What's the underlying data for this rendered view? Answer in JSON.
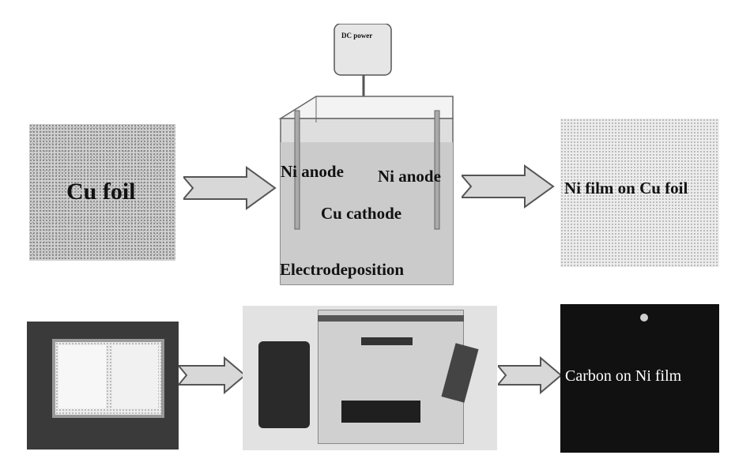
{
  "labels": {
    "cu_foil": "Cu foil",
    "ni_anode_left": "Ni anode",
    "ni_anode_right": "Ni anode",
    "cu_cathode": "Cu cathode",
    "electrodeposition": "Electrodeposition",
    "ni_film": "Ni film on Cu foil",
    "carbon_on_ni": "Carbon on Ni film",
    "power_supply": "DC power"
  }
}
